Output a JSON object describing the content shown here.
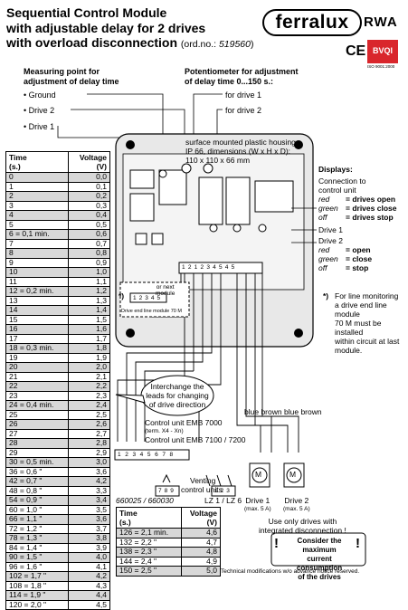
{
  "header": {
    "title_line1": "Sequential Control Module",
    "title_line2": "with adjustable delay for 2 drives",
    "title_line3": "with overload disconnection",
    "order_prefix": "(ord.no.: ",
    "order_no": "519560",
    "order_suffix": ")",
    "logo": "ferralux",
    "logo_suffix": "RWA",
    "ce_mark": "CE",
    "cert_badge": "BVQI",
    "cert_text": "ISO 9001:2000"
  },
  "measuring": {
    "heading1": "Measuring point for",
    "heading2": "adjustment of delay time",
    "ground": "Ground",
    "drive2": "Drive 2",
    "drive1": "Drive 1"
  },
  "potentiometer": {
    "heading1": "Potentiometer for adjustment",
    "heading2": "of delay time 0...150 s.:",
    "for_drive1": "for drive 1",
    "for_drive2": "for drive 2"
  },
  "housing": {
    "line1": "surface mounted plastic housing",
    "line2": "IP 66, dimensions (W x H x D):",
    "line3": "110 x 110 x 66 mm"
  },
  "displays": {
    "heading": "Displays:",
    "connection1": "Connection to",
    "connection2": "control unit",
    "red": "red",
    "red_val": "= drives open",
    "green": "green",
    "green_val": "= drives close",
    "off": "off",
    "off_val": "= drives stop",
    "drive1": "Drive 1",
    "drive2": "Drive 2",
    "d_red": "red",
    "d_red_val": "= open",
    "d_green": "green",
    "d_green_val": "= close",
    "d_off": "off",
    "d_off_val": "= stop"
  },
  "line_monitoring": {
    "star": "*)",
    "text1": "For line monitoring",
    "text2": "a drive end line module",
    "text3": "70 M must be installed",
    "text4": "within circuit at last",
    "text5": "module."
  },
  "module_box": {
    "or_next1": "or next",
    "or_next2": "module",
    "star": "*)",
    "caption": "Drive end line module 70 M"
  },
  "interchange": {
    "line1": "Interchange the",
    "line2": "leads for changing",
    "line3": "of drive direction"
  },
  "wires": {
    "blue1": "blue",
    "brown1": "brown",
    "blue2": "blue",
    "brown2": "brown"
  },
  "control": {
    "emb7000": "Control unit EMB 7000",
    "terminals": "(term. X4 - Xn)",
    "emb7100": "Control unit EMB 7100 / 7200",
    "venting1": "Venting",
    "venting2": "control units",
    "model_660": "660025 / 660030",
    "lz": "LZ 1 / LZ 6"
  },
  "drives": {
    "m": "M",
    "drive1": "Drive 1",
    "drive1_max": "(max. 5 A)",
    "drive2": "Drive 2",
    "drive2_max": "(max. 5 A)",
    "only1": "Use only drives with",
    "only2": "integrated disconnection !"
  },
  "warning": {
    "line1": "Consider the maximum",
    "line2": "current consumption",
    "line3": "of the drives"
  },
  "footer": "Technical modifications w/o advance notice reserved.",
  "table1": {
    "col_time": "Time",
    "col_time_unit": "(s.)",
    "col_volt": "Voltage",
    "col_volt_unit": "(V)",
    "rows": [
      [
        "0",
        "0,0"
      ],
      [
        "1",
        "0,1"
      ],
      [
        "2",
        "0,2"
      ],
      [
        "3",
        "0,3"
      ],
      [
        "4",
        "0,4"
      ],
      [
        "5",
        "0,5"
      ],
      [
        "6 = 0,1 min.",
        "0,6"
      ],
      [
        "7",
        "0,7"
      ],
      [
        "8",
        "0,8"
      ],
      [
        "9",
        "0,9"
      ],
      [
        "10",
        "1,0"
      ],
      [
        "11",
        "1,1"
      ],
      [
        "12 = 0,2 min.",
        "1,2"
      ],
      [
        "13",
        "1,3"
      ],
      [
        "14",
        "1,4"
      ],
      [
        "15",
        "1,5"
      ],
      [
        "16",
        "1,6"
      ],
      [
        "17",
        "1,7"
      ],
      [
        "18 = 0,3 min.",
        "1,8"
      ],
      [
        "19",
        "1,9"
      ],
      [
        "20",
        "2,0"
      ],
      [
        "21",
        "2,1"
      ],
      [
        "22",
        "2,2"
      ],
      [
        "23",
        "2,3"
      ],
      [
        "24 = 0,4 min.",
        "2,4"
      ],
      [
        "25",
        "2,5"
      ],
      [
        "26",
        "2,6"
      ],
      [
        "27",
        "2,7"
      ],
      [
        "28",
        "2,8"
      ],
      [
        "29",
        "2,9"
      ],
      [
        "30 = 0,5 min.",
        "3,0"
      ],
      [
        "36 = 0,6  \"",
        "3,6"
      ],
      [
        "42 = 0,7  \"",
        "4,2"
      ],
      [
        "48 = 0,8  \"",
        "3,3"
      ],
      [
        "54 = 0,9  \"",
        "3,4"
      ],
      [
        "60 = 1,0  \"",
        "3,5"
      ],
      [
        "66 = 1,1  \"",
        "3,6"
      ],
      [
        "72 = 1,2  \"",
        "3,7"
      ],
      [
        "78 = 1,3  \"",
        "3,8"
      ],
      [
        "84 = 1,4  \"",
        "3,9"
      ],
      [
        "90 = 1,5  \"",
        "4,0"
      ],
      [
        "96 = 1,6  \"",
        "4,1"
      ],
      [
        "102 = 1,7  \"",
        "4,2"
      ],
      [
        "108 = 1,8  \"",
        "4,3"
      ],
      [
        "114 = 1,9  \"",
        "4,4"
      ],
      [
        "120 = 2,0  \"",
        "4,5"
      ]
    ]
  },
  "table2": {
    "col_time": "Time",
    "col_time_unit": "(s.)",
    "col_volt": "Voltage",
    "col_volt_unit": "(V)",
    "rows": [
      [
        "126 = 2,1 min.",
        "4,6"
      ],
      [
        "132 = 2,2  \"",
        "4,7"
      ],
      [
        "138 = 2,3  \"",
        "4,8"
      ],
      [
        "144 = 2,4  \"",
        "4,9"
      ],
      [
        "150 = 2,5  \"",
        "5,0"
      ]
    ]
  },
  "strips": {
    "s1": [
      "1",
      "2",
      "3",
      "4",
      "5",
      "6",
      "7",
      "8"
    ],
    "s2": [
      "7",
      "8",
      "9"
    ],
    "s3": [
      "1",
      "2",
      "3"
    ],
    "module": [
      "1",
      "2",
      "3",
      "4",
      "5"
    ],
    "main": [
      "1",
      "2",
      "1",
      "2",
      "3",
      "4",
      "5",
      "4",
      "5"
    ]
  }
}
